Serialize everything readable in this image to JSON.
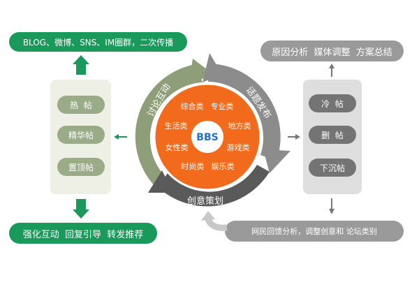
{
  "top_left_banner": "BLOG、微博、SNS、IM圈群，二次传播",
  "bottom_left_banner": "强化互动  回复引导  转发推荐",
  "top_right_banner": "原因分析  媒体调整  方案总结",
  "bottom_right_banner": "网民回馈分析，调整创意和 论坛类别",
  "left_panel_items": [
    "热  帖",
    "精华帖",
    "置顶帖"
  ],
  "right_panel_items": [
    "冷  帖",
    "删  帖",
    "下沉帖"
  ],
  "cycle": {
    "segment_discussion": "讨论互动",
    "segment_topic": "话题发布",
    "segment_creative": "创意策划"
  },
  "hub": {
    "center": "BBS",
    "categories": [
      "综合类",
      "专业类",
      "地方类",
      "游戏类",
      "娱乐类",
      "时尚类",
      "女性类",
      "生活类"
    ]
  },
  "colors": {
    "green": "#1a9a5a",
    "gray_banner": "#9a9a9a",
    "orange": "#f26a1b",
    "bbs_blue": "#1f6fd1",
    "arc_olive": "#8e9e78",
    "arc_gray": "#8c8c8c",
    "arc_dark": "#5a5a5a"
  }
}
